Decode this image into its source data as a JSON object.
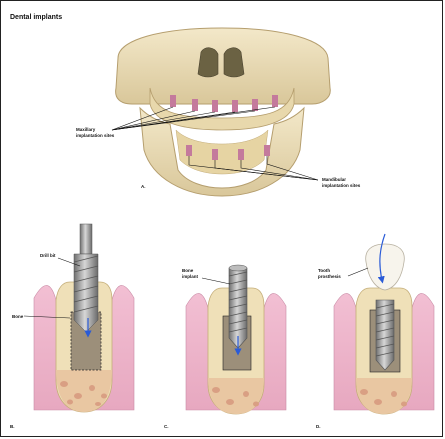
{
  "title": "Dental implants",
  "labels": {
    "maxillary_line1": "Maxillary",
    "maxillary_line2": "implantation sites",
    "mandibular_line1": "Mandibular",
    "mandibular_line2": "implantation sites",
    "drill_bit": "Drill bit",
    "bone": "Bone",
    "bone_implant_line1": "Bone",
    "bone_implant_line2": "implant",
    "tooth_prosthesis_line1": "Tooth",
    "tooth_prosthesis_line2": "prosthesis"
  },
  "panels": {
    "a": "A.",
    "b": "B.",
    "c": "C.",
    "d": "D."
  },
  "colors": {
    "bone": "#eadbb3",
    "gum": "#e3a1bb",
    "implant_site": "#c47a9c",
    "metal": "#8a8a8a",
    "arrow": "#2a5bd7"
  }
}
